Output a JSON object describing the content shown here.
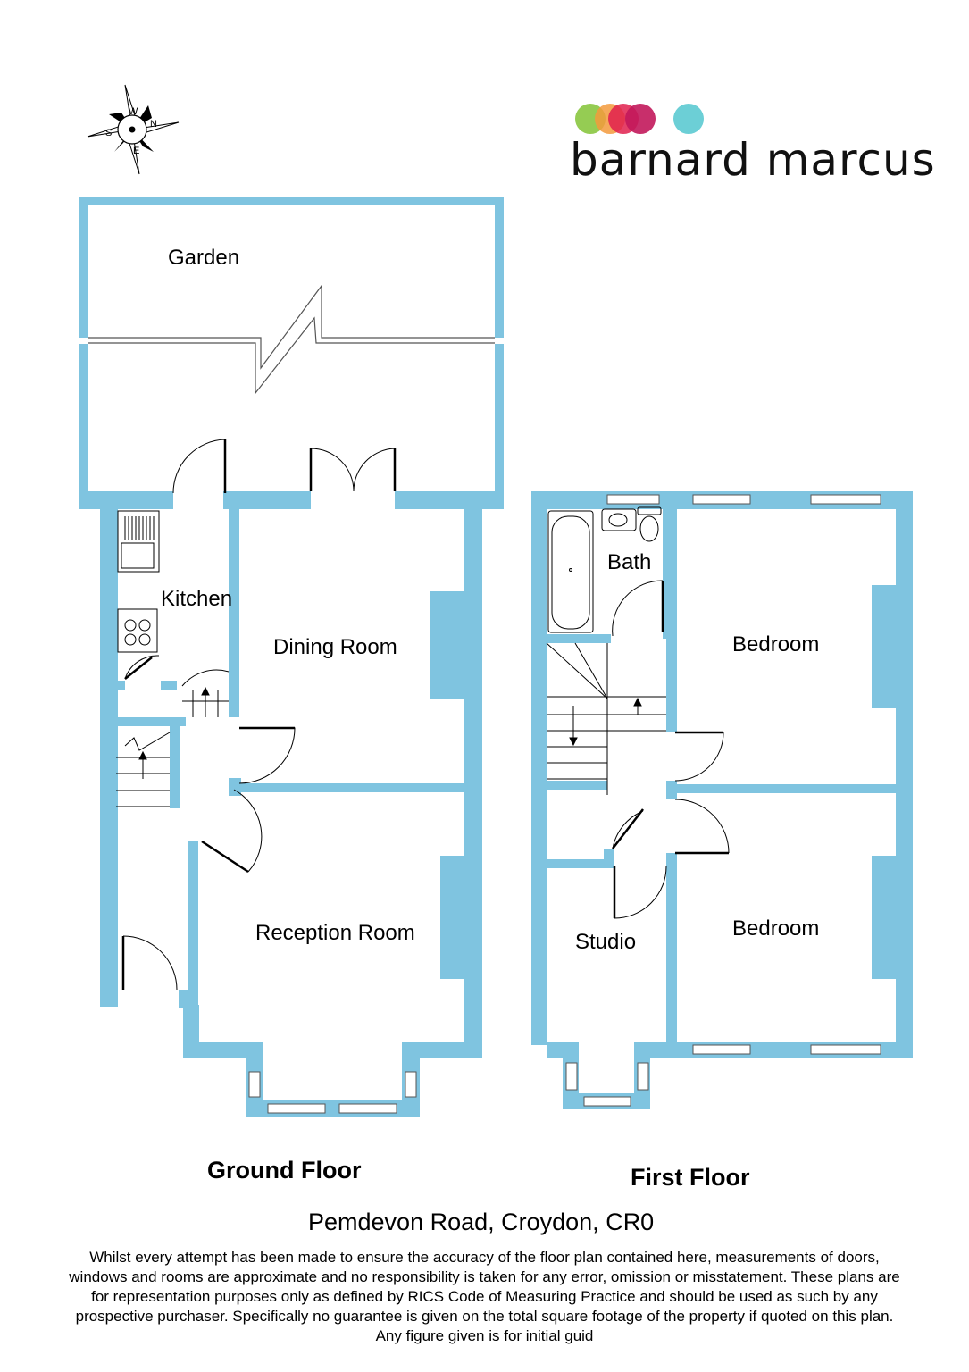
{
  "colors": {
    "wall": "#7fc4e0",
    "line": "#000000",
    "window": "#ffffff",
    "dots": [
      "#8ac640",
      "#f39a3c",
      "#e0204e",
      "#c2185b",
      "#6ccfd6"
    ]
  },
  "brand": {
    "name": "barnard marcus"
  },
  "compass": {
    "north": "N",
    "south": "S",
    "east": "E",
    "west": "W"
  },
  "rooms": {
    "garden": "Garden",
    "kitchen": "Kitchen",
    "dining": "Dining Room",
    "reception": "Reception Room",
    "bath": "Bath",
    "bedroom_rear": "Bedroom",
    "bedroom_front": "Bedroom",
    "studio": "Studio"
  },
  "floors": {
    "ground": "Ground Floor",
    "first": "First Floor"
  },
  "address": "Pemdevon Road, Croydon, CR0",
  "disclaimer": [
    "Whilst every attempt has been made to ensure the accuracy of the floor plan contained here, measurements of doors,",
    "windows and rooms are approximate and no responsibility is taken for any error, omission or misstatement. These plans are",
    "for representation purposes only as defined by RICS Code of Measuring Practice and should be used as such by any",
    "prospective purchaser. Specifically no guarantee is given on the total square footage of the property if quoted on this plan.",
    "Any figure given is for initial guid"
  ]
}
